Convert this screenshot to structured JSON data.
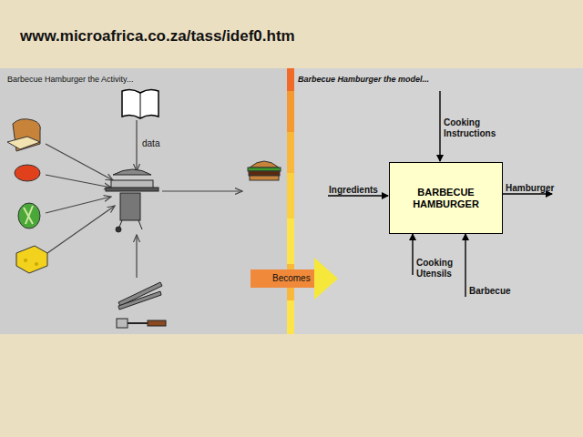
{
  "diagram": {
    "title": "www.microafrica.co.za/tass/idef0.htm",
    "nodes": [
      {
        "text": [
          "BARBECUE HAMBURGER"
        ]
      }
    ],
    "labels": [
      "Barbecue Hamburger the Activity...",
      "data",
      "Becomes",
      "Barbecue Hamburger the model...",
      "Ingredients",
      "Hamburger",
      "Cooking Instructions",
      "Cooking Utensils",
      "Barbecue"
    ]
  }
}
